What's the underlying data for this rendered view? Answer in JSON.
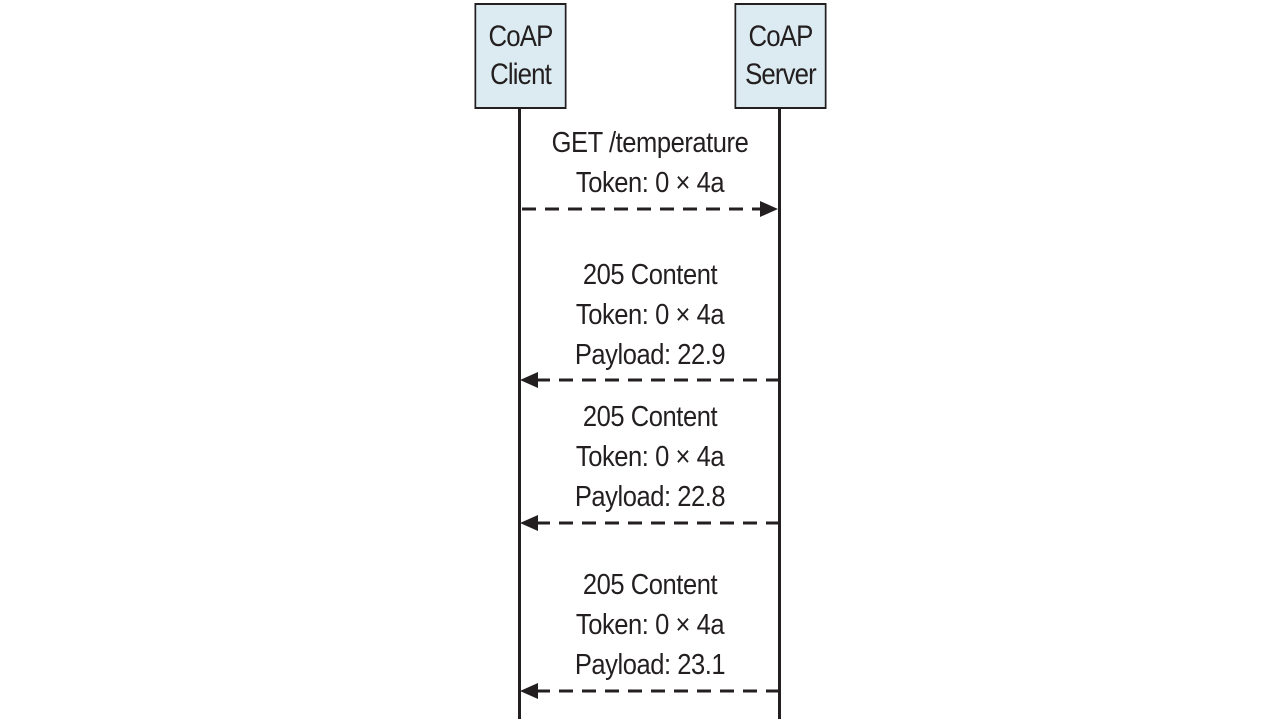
{
  "participants": {
    "client": {
      "line1": "CoAP",
      "line2": "Client"
    },
    "server": {
      "line1": "CoAP",
      "line2": "Server"
    }
  },
  "messages": [
    {
      "direction": "client-to-server",
      "lines": [
        "GET /temperature",
        "Token: 0 × 4a"
      ]
    },
    {
      "direction": "server-to-client",
      "lines": [
        "205 Content",
        "Token: 0 × 4a",
        "Payload: 22.9"
      ]
    },
    {
      "direction": "server-to-client",
      "lines": [
        "205 Content",
        "Token: 0 × 4a",
        "Payload: 22.8"
      ]
    },
    {
      "direction": "server-to-client",
      "lines": [
        "205 Content",
        "Token: 0 × 4a",
        "Payload: 23.1"
      ]
    }
  ],
  "colors": {
    "participant_fill": "#dcebf1",
    "line": "#231f20"
  }
}
